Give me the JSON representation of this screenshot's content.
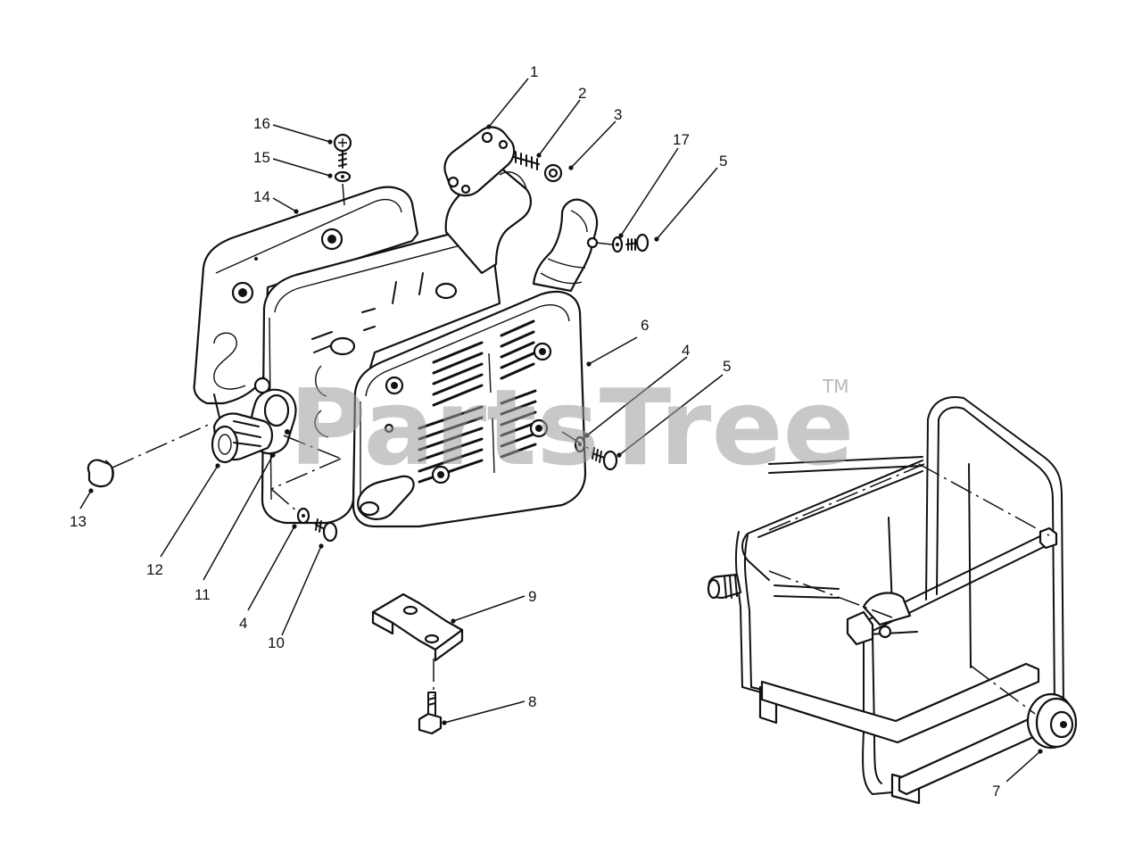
{
  "watermark": {
    "brand": "PartsTree",
    "trademark": "TM"
  },
  "callouts": [
    "1",
    "2",
    "3",
    "17",
    "5",
    "16",
    "15",
    "14",
    "6",
    "4",
    "5",
    "13",
    "12",
    "11",
    "4",
    "10",
    "9",
    "8",
    "7"
  ],
  "colors": {
    "line": "#111111",
    "background": "#ffffff",
    "watermark": "#9a9a9a"
  }
}
